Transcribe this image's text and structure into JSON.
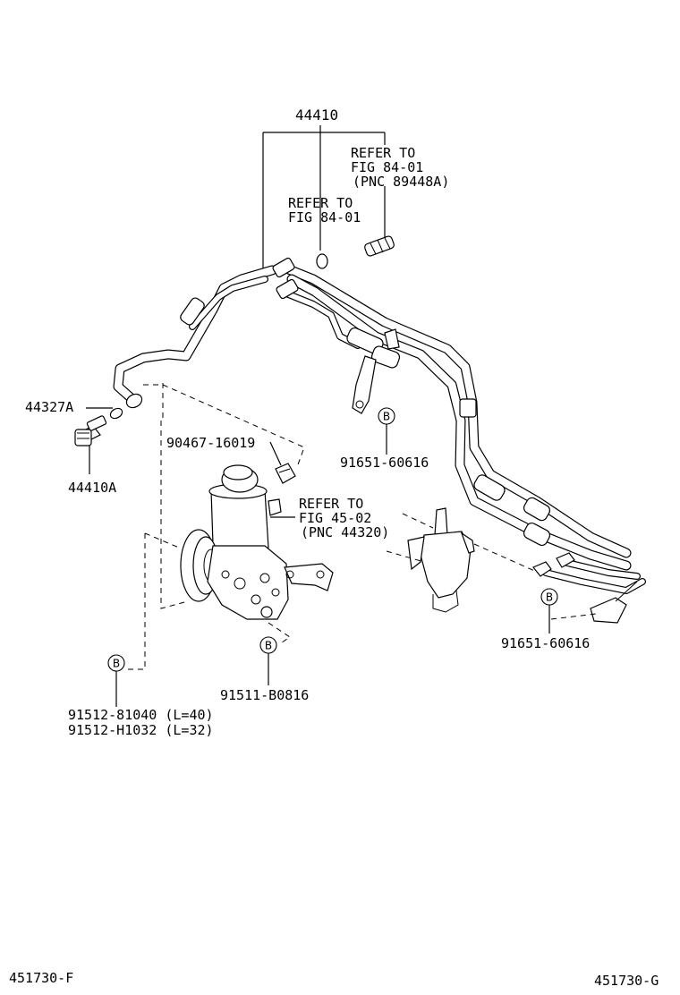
{
  "diagram": {
    "main_assembly": {
      "part_no": "44410"
    },
    "refer_1": {
      "line1": "REFER TO",
      "line2": "FIG 84-01",
      "line3": "(PNC 89448A)"
    },
    "refer_2": {
      "line1": "REFER TO",
      "line2": "FIG 84-01"
    },
    "refer_3": {
      "line1": "REFER TO",
      "line2": "FIG 45-02",
      "line3": "(PNC 44320)"
    },
    "part_44327A": "44327A",
    "part_44410A": "44410A",
    "part_90467": "90467-16019",
    "part_91651_a": "91651-60616",
    "part_91651_b": "91651-60616",
    "part_91511": "91511-B0816",
    "part_91512_1": "91512-81040 (L=40)",
    "part_91512_2": "91512-H1032 (L=32)",
    "bolt_marker": "B",
    "footer_left": "451730-F",
    "footer_right": "451730-G"
  }
}
